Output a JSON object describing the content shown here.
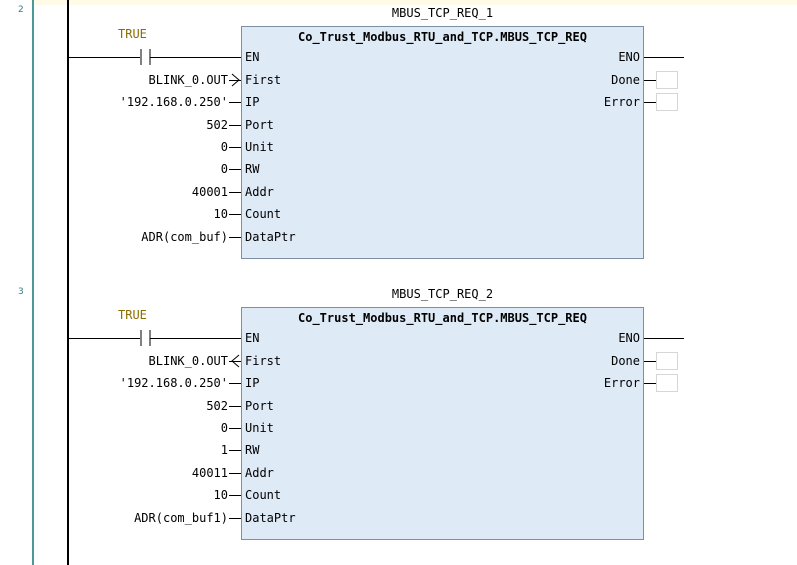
{
  "rungs": [
    {
      "number": "2",
      "instance_name": "MBUS_TCP_REQ_1",
      "block_type": "Co_Trust_Modbus_RTU_and_TCP.MBUS_TCP_REQ",
      "contact_label": "TRUE",
      "inputs": [
        {
          "pin": "EN",
          "value": ""
        },
        {
          "pin": "First",
          "value": "BLINK_0.OUT"
        },
        {
          "pin": "IP",
          "value": "'192.168.0.250'"
        },
        {
          "pin": "Port",
          "value": "502"
        },
        {
          "pin": "Unit",
          "value": "0"
        },
        {
          "pin": "RW",
          "value": "0"
        },
        {
          "pin": "Addr",
          "value": "40001"
        },
        {
          "pin": "Count",
          "value": "10"
        },
        {
          "pin": "DataPtr",
          "value": "ADR(com_buf)"
        }
      ],
      "outputs": [
        "ENO",
        "Done",
        "Error"
      ]
    },
    {
      "number": "3",
      "instance_name": "MBUS_TCP_REQ_2",
      "block_type": "Co_Trust_Modbus_RTU_and_TCP.MBUS_TCP_REQ",
      "contact_label": "TRUE",
      "inputs": [
        {
          "pin": "EN",
          "value": ""
        },
        {
          "pin": "First",
          "value": "BLINK_0.OUT"
        },
        {
          "pin": "IP",
          "value": "'192.168.0.250'"
        },
        {
          "pin": "Port",
          "value": "502"
        },
        {
          "pin": "Unit",
          "value": "0"
        },
        {
          "pin": "RW",
          "value": "1"
        },
        {
          "pin": "Addr",
          "value": "40011"
        },
        {
          "pin": "Count",
          "value": "10"
        },
        {
          "pin": "DataPtr",
          "value": "ADR(com_buf1)"
        }
      ],
      "outputs": [
        "ENO",
        "Done",
        "Error"
      ]
    }
  ],
  "colors": {
    "block_fill": "#dfeaf7",
    "block_border": "#7f8fa3",
    "contact_label": "#8a6d00",
    "gutter_line": "#4a9a9a"
  },
  "icons": {
    "contact": "normally-open-contact-icon",
    "rising_edge": "rising-edge-triangle-icon",
    "falling_edge": "falling-edge-triangle-icon"
  }
}
